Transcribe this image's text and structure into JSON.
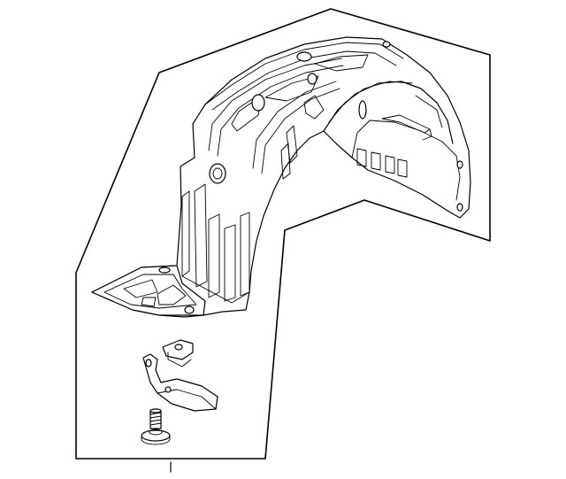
{
  "diagram": {
    "kind": "exploded-parts-illustration",
    "line_color": "#000000",
    "background": "#ffffff",
    "parts": [
      {
        "id": "fender-liner",
        "label": ""
      },
      {
        "id": "retainer-clip",
        "label": ""
      },
      {
        "id": "mounting-bracket",
        "label": ""
      },
      {
        "id": "screw",
        "label": ""
      }
    ]
  }
}
